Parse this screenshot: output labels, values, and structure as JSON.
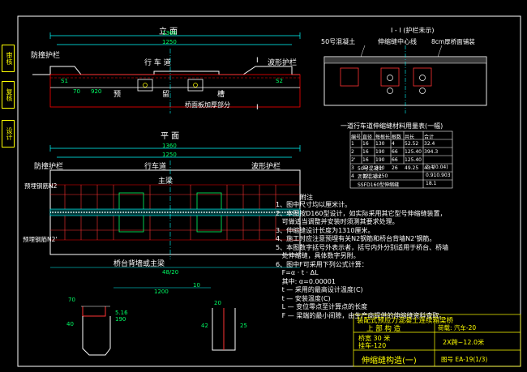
{
  "side_tabs": [
    "审核",
    "复核",
    "设计"
  ],
  "elevation": {
    "title": "立 面",
    "dim_top": "1360",
    "dim_sub": "1250",
    "left_label": "防撞护栏",
    "right_label": "波形护栏",
    "center_label": "行 车 道",
    "section_mark_1": "I",
    "section_mark_2": "I",
    "label_s1": "S1",
    "label_s2": "S2",
    "dim_left": "70",
    "dim_small": "920",
    "slot_labels": [
      "预",
      "留",
      "槽"
    ],
    "bottom_label": "桥面板加厚部分"
  },
  "plan": {
    "title": "平 面",
    "dim_top": "1360",
    "dim_sub": "1250",
    "left_label": "防撞护栏",
    "center_label": "行车道",
    "right_label": "波形护栏",
    "beam_label": "主梁",
    "rebar_n2": "预埋钢筋N2",
    "rebar_n2p": "预埋钢筋N2'",
    "bottom_label": "桥台背墙或主梁",
    "dim_bottom": "48/20"
  },
  "section": {
    "title": "I - I (护栏未示)",
    "concrete_label": "50号混凝土",
    "joint_label": "伸缩缝中心线",
    "deck_label": "8cm厚桥面铺装"
  },
  "materials_table": {
    "title": "一道行车道伸缩缝材料用量表(一幅)",
    "headers": [
      "编号",
      "直径",
      "每根长",
      "根数",
      "共长",
      "合计"
    ],
    "rows": [
      [
        "1",
        "16",
        "130",
        "4",
        "52.52",
        "32.4"
      ],
      [
        "2",
        "16",
        "190",
        "66",
        "125.40",
        "394.3"
      ],
      [
        "2'",
        "16",
        "190",
        "66",
        "125.40",
        ""
      ],
      [
        "3",
        "12",
        "300",
        "26",
        "49.25",
        "43.7"
      ],
      [
        "4",
        "12",
        "1250",
        "",
        "",
        ""
      ]
    ],
    "footer_rows": [
      [
        "50号混凝土",
        "2.4(0.04)"
      ],
      [
        "沥青混凝土",
        "0.910.903"
      ],
      [
        "SSFD160型伸缩缝",
        "18.1"
      ]
    ]
  },
  "notes": {
    "heading": "附注",
    "lines": [
      "1、图中尺寸均以厘米计。",
      "2、本图按D160型设计，如实际采用其它型号伸缩缝装置，",
      "   可做适当调整并安装时须测其要求处理。",
      "3、伸缩缝设计长度为1310厘米。",
      "4、施工时应注意预埋有关N2钢筋和桥台背墙N2'钢筋。",
      "5、本图数字括号外表示者，括号内外分别适用于桥台、桥墙",
      "   处伸缩缝，具体数字另附。",
      "6、图中F可采用下列公式计算：",
      "   F=α · t · ΔL",
      "   其中: α=0.00001",
      "   t — 采用的最高设计温度(C)",
      "   t — 安装温度(C)",
      "   L — 变位零点至计算点的长度",
      "   F — 梁端的最小间隙，由生产商提供的伸缩缝资料查取。"
    ]
  },
  "details": {
    "dim_a": "70",
    "dim_b": "1200",
    "dim_c": "40",
    "dim_d": "10",
    "dim_e": "5.16",
    "dim_f": "190",
    "dim_g": "42",
    "dim_h": "20",
    "dim_i": "25"
  },
  "title_block": {
    "project": "装配式预应力混凝土连续箱梁桥",
    "part": "上 部 构 造",
    "spec1": "荷载: 汽车-20",
    "spec2": "挂车-120",
    "width": "桥宽 30 米",
    "span": "2X跨~12.0米",
    "drawing": "伸缩缝构造(一)",
    "number": "图号 EA-19(1/3)"
  }
}
